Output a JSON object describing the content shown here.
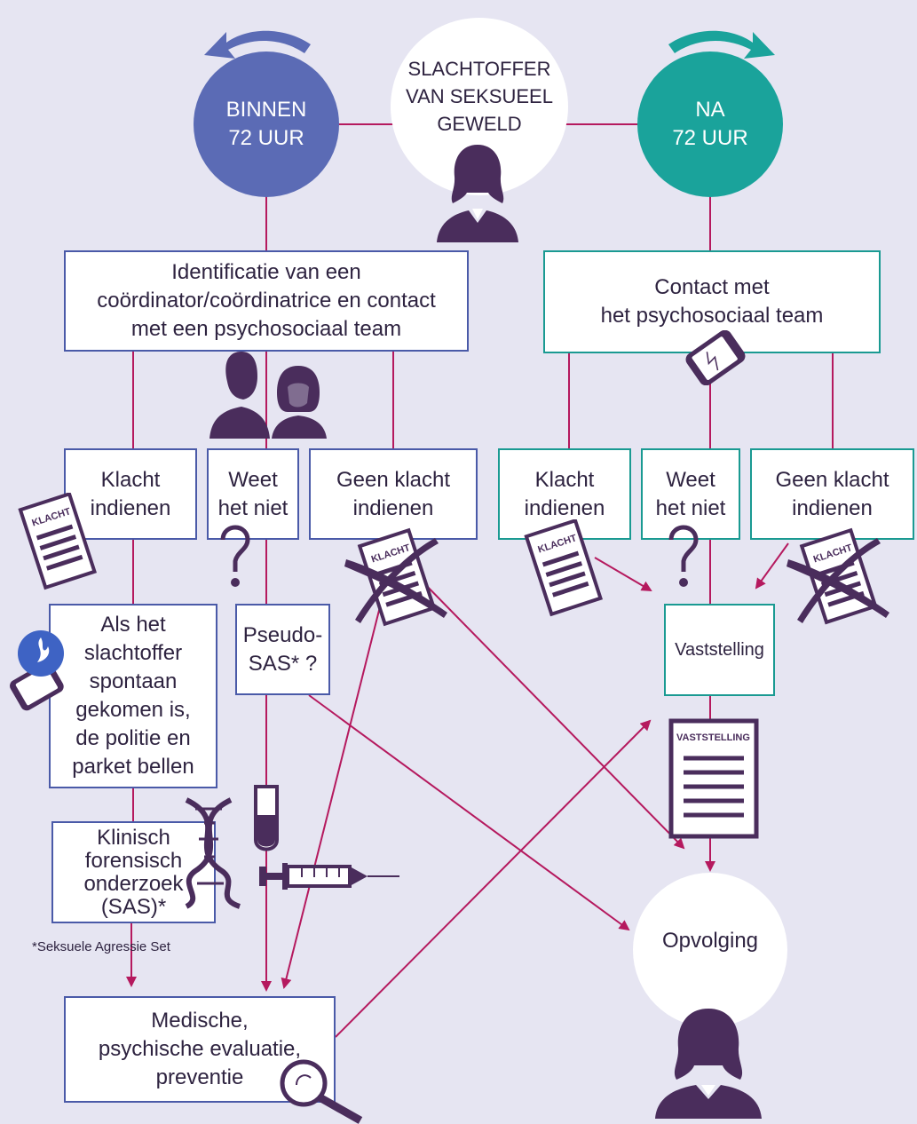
{
  "center": {
    "label": "SLACHTOFFER\nVAN SEKSUEEL\nGEWELD"
  },
  "left_circle": {
    "label": "BINNEN\n72 UUR"
  },
  "right_circle": {
    "label": "NA\n72 UUR"
  },
  "left": {
    "top_box": "Identificatie van een\ncoördinator/coördinatrice en contact\nmet een psychosociaal team",
    "klacht": "Klacht\nindienen",
    "weet": "Weet\nhet niet",
    "geen": "Geen klacht\nindienen",
    "politie": "Als het\nslachtoffer\nspontaan\ngekomen is,\nde politie en\nparket bellen",
    "pseudo": "Pseudo-\nSAS* ?",
    "klinisch": "Klinisch\nforensisch\nonderzoek\n(SAS)*",
    "footnote": "*Seksuele Agressie Set",
    "medische": "Medische,\npsychische evaluatie,\npreventie"
  },
  "right": {
    "top_box": "Contact met\nhet psychosociaal team",
    "klacht": "Klacht\nindienen",
    "weet": "Weet\nhet niet",
    "geen": "Geen klacht\nindienen",
    "vaststelling": "Vaststelling",
    "opvolging": "Opvolging"
  },
  "doc_labels": {
    "klacht": "KLACHT",
    "vaststelling": "VASTSTELLING"
  },
  "colors": {
    "background": "#e6e5f2",
    "blue": "#5b6bb5",
    "teal": "#1aa39b",
    "line": "#b5195e",
    "icon": "#4a2d5c"
  },
  "icons": [
    "arrow-left-icon",
    "arrow-right-icon",
    "person-icon",
    "people-icon",
    "phone-icon",
    "document-icon",
    "question-mark-icon",
    "police-phone-icon",
    "dna-icon",
    "test-tube-icon",
    "syringe-icon",
    "magnifier-icon"
  ]
}
